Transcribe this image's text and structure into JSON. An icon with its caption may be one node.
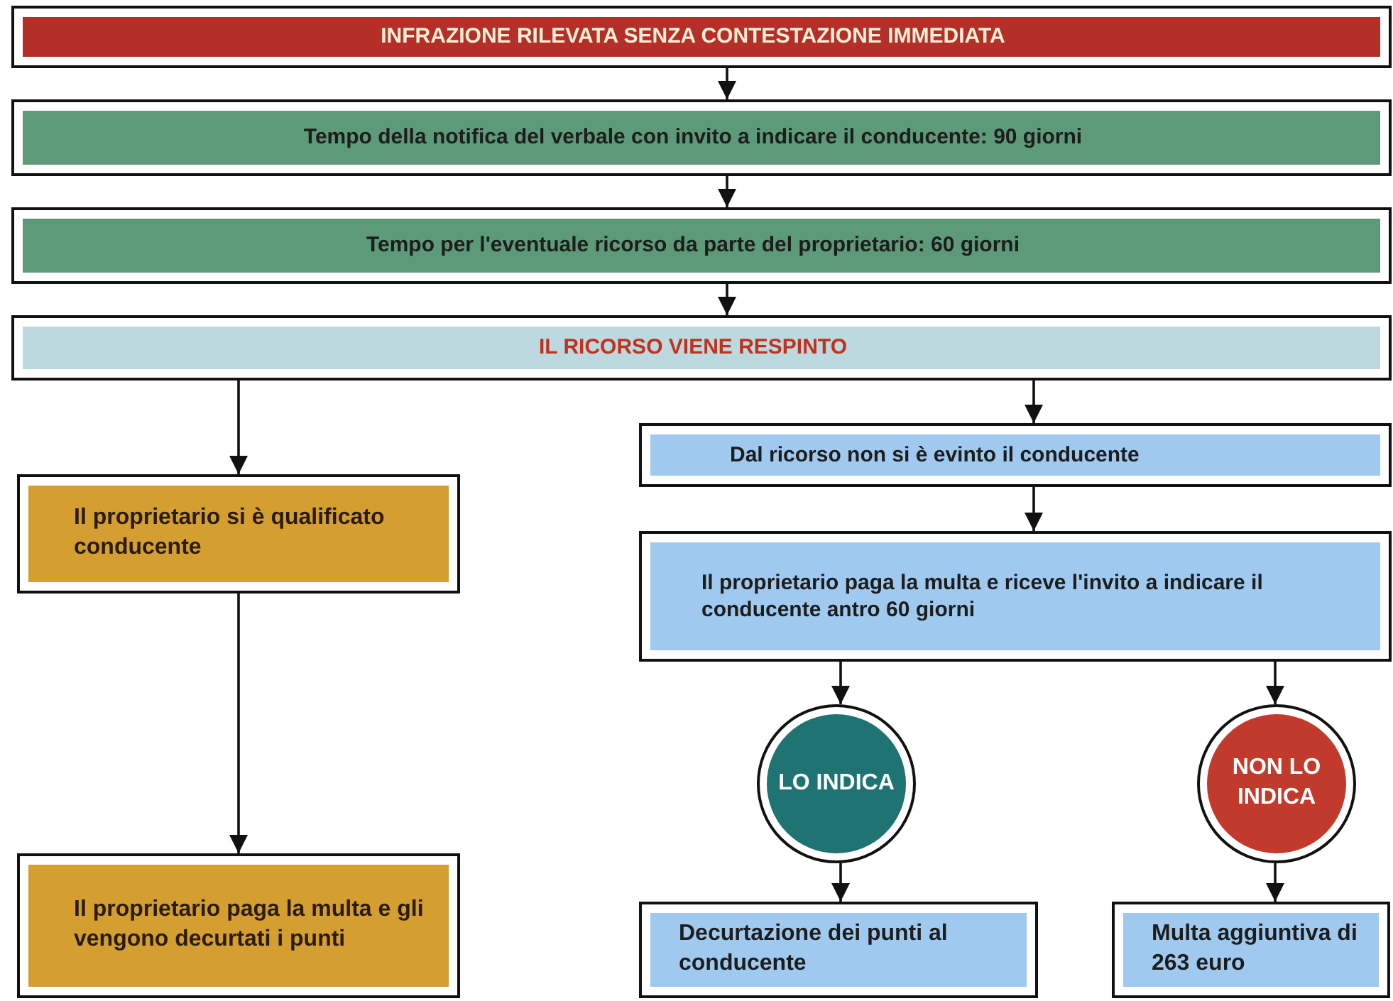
{
  "diagram": {
    "nodes": [
      {
        "text": [
          "INFRAZIONE RILEVATA SENZA CONTESTAZIONE IMMEDIATA"
        ]
      },
      {
        "text": [
          "Tempo della notifica del verbale con invito a indicare il conducente: 90 giorni"
        ]
      },
      {
        "text": [
          "Tempo per l'eventuale ricorso da parte del proprietario: 60 giorni"
        ]
      },
      {
        "text": [
          "IL RICORSO VIENE RESPINTO"
        ]
      },
      {
        "text": [
          "Il proprietario si è qualificato conducente"
        ]
      },
      {
        "text": [
          "Il proprietario paga la multa e gli vengono decurtati i punti"
        ]
      },
      {
        "text": [
          "Dal ricorso non si è evinto il conducente"
        ]
      },
      {
        "text": [
          "Il proprietario paga la multa e riceve l'invito a indicare il conducente antro 60 giorni"
        ]
      },
      {
        "text": [
          "LO INDICA"
        ]
      },
      {
        "text": [
          "NON LO INDICA"
        ]
      },
      {
        "text": [
          "Decurtazione dei punti al conducente"
        ]
      },
      {
        "text": [
          "Multa aggiuntiva di 263 euro"
        ]
      }
    ],
    "edges": [
      {
        "from": 0,
        "to": 1,
        "arrow": "to"
      },
      {
        "from": 1,
        "to": 2,
        "arrow": "to"
      },
      {
        "from": 2,
        "to": 3,
        "arrow": "to"
      },
      {
        "from": 3,
        "to": 4,
        "arrow": "to"
      },
      {
        "from": 3,
        "to": 6,
        "arrow": "to"
      },
      {
        "from": 4,
        "to": 5,
        "arrow": "to"
      },
      {
        "from": 6,
        "to": 7,
        "arrow": "to"
      },
      {
        "from": 7,
        "to": 8,
        "arrow": "to"
      },
      {
        "from": 7,
        "to": 9,
        "arrow": "to"
      },
      {
        "from": 8,
        "to": 10,
        "arrow": "to"
      },
      {
        "from": 9,
        "to": 11,
        "arrow": "to"
      }
    ]
  }
}
